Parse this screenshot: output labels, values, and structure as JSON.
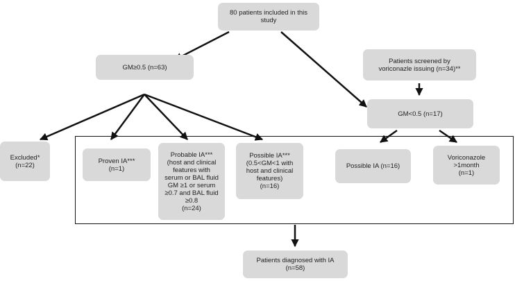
{
  "nodes": {
    "top": [
      "80 patients included in this",
      "study"
    ],
    "gm_high": [
      "GM≥0.5 (n=63)"
    ],
    "screened": [
      "Patients screened by",
      "voriconazle issuing (n=34)**"
    ],
    "gm_low": [
      "GM<0.5 (n=17)"
    ],
    "excluded": [
      "Excluded*",
      "(n=22)"
    ],
    "proven": [
      "Proven IA***",
      "(n=1)"
    ],
    "probable": [
      "Probable IA***",
      "(host and clinical",
      "features with",
      "serum or BAL fluid",
      "GM ≥1 or serum",
      "≥0.7 and BAL fluid",
      "≥0.8",
      "(n=24)"
    ],
    "possible": [
      "Possible IA***",
      "(0.5<GM<1 with",
      "host and clinical",
      "features)",
      "(n=16)"
    ],
    "possible_low": [
      "Possible IA (n=16)"
    ],
    "voriconazole": [
      "Voriconazole",
      ">1month",
      "(n=1)"
    ],
    "diagnosed": [
      "Patients diagnosed with IA",
      "(n=58)"
    ]
  },
  "colors": {
    "box": "#d9d9d9",
    "line": "#111111"
  }
}
